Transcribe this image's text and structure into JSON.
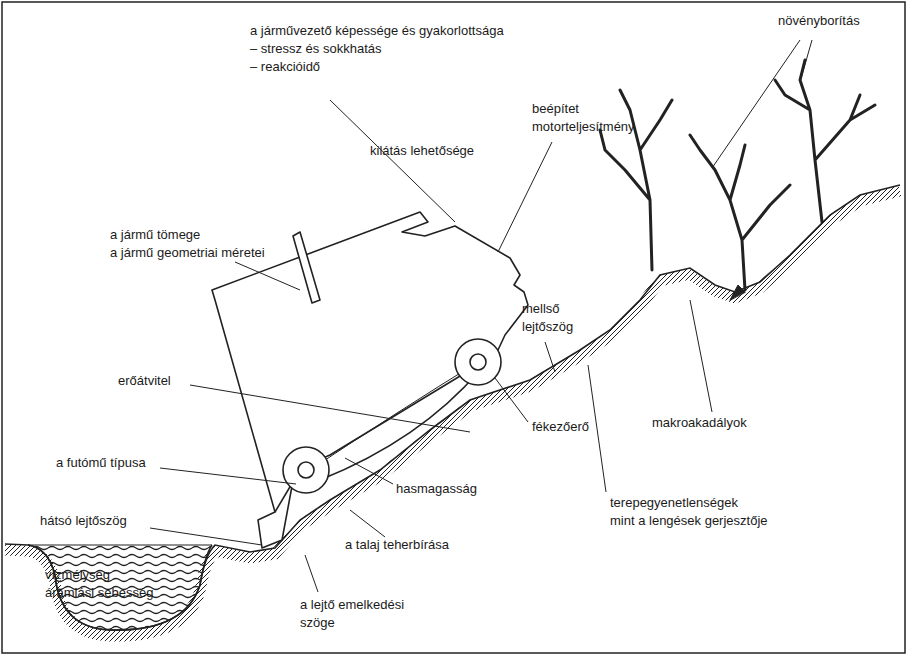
{
  "diagram": {
    "labels": [
      "növényborítás",
      "a járművezető képessége és gyakorlottsága",
      "– stressz és sokkhatás",
      "– reakcióidő",
      "beépítet motorteljesítmény",
      "kilátás lehetősége",
      "a jármű tömege",
      "a jármű geometriai méretei",
      "mellső lejtőszög",
      "erőátvitel",
      "makroakadályok",
      "fékezőerő",
      "a futómű típusa",
      "terepegyenetlenségek",
      "mint a lengések gerjesztője",
      "hasmagasság",
      "hátsó lejtőszög",
      "a talaj teherbírása",
      "vízmélység",
      "áramlási sebesség",
      "a lejtő emelkedési szöge"
    ]
  }
}
